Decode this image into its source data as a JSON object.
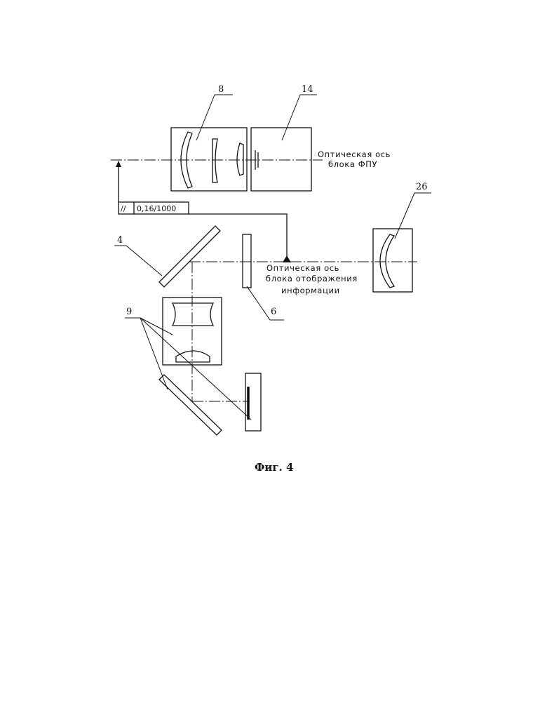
{
  "figure": {
    "caption": "Фиг. 4",
    "axis_labels": {
      "fpu_line1": "Оптическая ось",
      "fpu_line2": "блока ФПУ",
      "display_line1": "Оптическая ось",
      "display_line2": "блока отображения",
      "display_line3": "информации"
    },
    "callouts": {
      "c8": "8",
      "c14": "14",
      "c26": "26",
      "c4": "4",
      "c6": "6",
      "c9": "9"
    },
    "tolerance": {
      "symbol": "//",
      "value": "0,16/1000"
    }
  }
}
